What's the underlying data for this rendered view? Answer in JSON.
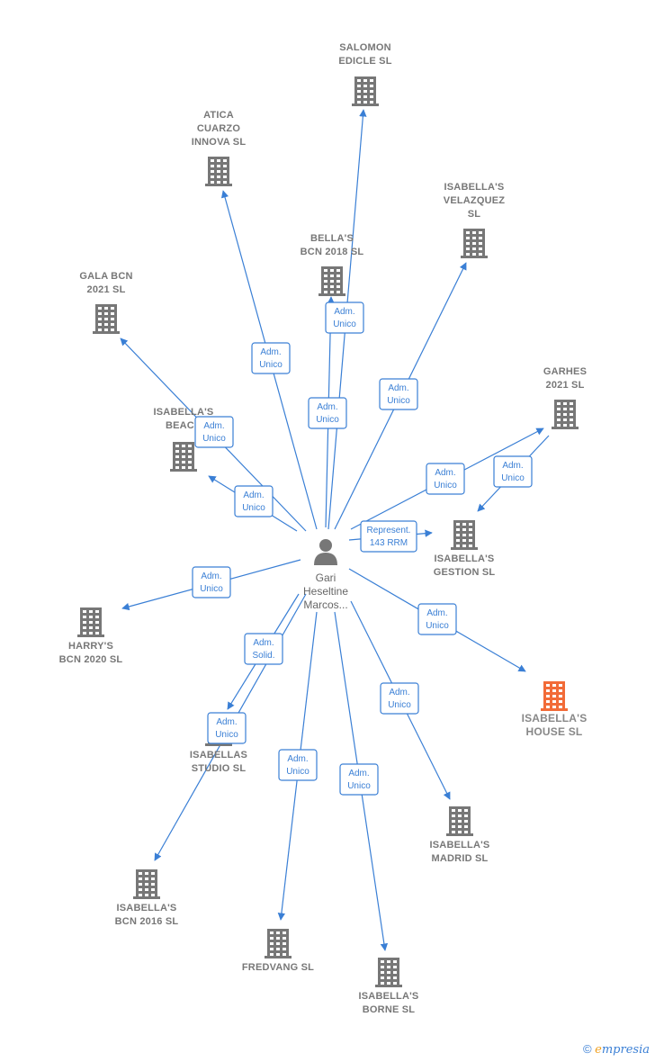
{
  "center": {
    "label_lines": [
      "Gari",
      "Heseltine",
      "Marcos..."
    ]
  },
  "companies": [
    {
      "id": "salomon",
      "label_lines": [
        "SALOMON",
        "EDICLE  SL"
      ],
      "highlight": false
    },
    {
      "id": "atica",
      "label_lines": [
        "ATICA",
        "CUARZO",
        "INNOVA  SL"
      ],
      "highlight": false
    },
    {
      "id": "velazquez",
      "label_lines": [
        "ISABELLA'S",
        "VELAZQUEZ",
        "SL"
      ],
      "highlight": false
    },
    {
      "id": "bellas2018",
      "label_lines": [
        "BELLA'S",
        "BCN 2018  SL"
      ],
      "highlight": false
    },
    {
      "id": "gala",
      "label_lines": [
        "GALA BCN",
        "2021  SL"
      ],
      "highlight": false
    },
    {
      "id": "garhes",
      "label_lines": [
        "GARHES",
        "2021  SL"
      ],
      "highlight": false
    },
    {
      "id": "beach",
      "label_lines": [
        "ISABELLA'S",
        "BEACH"
      ],
      "highlight": false
    },
    {
      "id": "gestion",
      "label_lines": [
        "ISABELLA'S",
        "GESTION  SL"
      ],
      "highlight": false
    },
    {
      "id": "harrys",
      "label_lines": [
        "HARRY'S",
        "BCN 2020  SL"
      ],
      "highlight": false
    },
    {
      "id": "house",
      "label_lines": [
        "ISABELLA'S",
        "HOUSE  SL"
      ],
      "highlight": true
    },
    {
      "id": "studio",
      "label_lines": [
        "ISABELLAS",
        "STUDIO  SL"
      ],
      "highlight": false
    },
    {
      "id": "madrid",
      "label_lines": [
        "ISABELLA'S",
        "MADRID  SL"
      ],
      "highlight": false
    },
    {
      "id": "bcn2016",
      "label_lines": [
        "ISABELLA'S",
        "BCN 2016  SL"
      ],
      "highlight": false
    },
    {
      "id": "fredvang",
      "label_lines": [
        "FREDVANG SL"
      ],
      "highlight": false
    },
    {
      "id": "borne",
      "label_lines": [
        "ISABELLA'S",
        "BORNE  SL"
      ],
      "highlight": false
    }
  ],
  "edges": [
    {
      "to": "salomon",
      "label_lines": [
        "Adm.",
        "Unico"
      ]
    },
    {
      "to": "atica",
      "label_lines": [
        "Adm.",
        "Unico"
      ]
    },
    {
      "to": "bellas2018",
      "label_lines": [
        "Adm.",
        "Unico"
      ]
    },
    {
      "to": "velazquez",
      "label_lines": [
        "Adm.",
        "Unico"
      ]
    },
    {
      "to": "gala",
      "label_lines": [
        "Adm.",
        "Unico"
      ]
    },
    {
      "to": "beach",
      "label_lines": [
        "Adm.",
        "Unico"
      ]
    },
    {
      "to": "garhes",
      "label_lines": [
        "Adm.",
        "Unico"
      ]
    },
    {
      "to": "gestion_from_garhes",
      "label_lines": [
        "Adm.",
        "Unico"
      ]
    },
    {
      "to": "gestion",
      "label_lines": [
        "Represent.",
        "143 RRM"
      ]
    },
    {
      "to": "harrys",
      "label_lines": [
        "Adm.",
        "Unico"
      ]
    },
    {
      "to": "house",
      "label_lines": [
        "Adm.",
        "Unico"
      ]
    },
    {
      "to": "studio",
      "label_lines": [
        "Adm.",
        "Solid."
      ]
    },
    {
      "to": "bcn2016",
      "label_lines": [
        "Adm.",
        "Unico"
      ]
    },
    {
      "to": "madrid",
      "label_lines": [
        "Adm.",
        "Unico"
      ]
    },
    {
      "to": "fredvang",
      "label_lines": [
        "Adm.",
        "Unico"
      ]
    },
    {
      "to": "borne",
      "label_lines": [
        "Adm.",
        "Unico"
      ]
    }
  ],
  "footer": {
    "copyright": "©",
    "brand_first": "e",
    "brand_rest": "mpresia"
  },
  "colors": {
    "edge": "#3a7fd5",
    "building": "#777777",
    "building_highlight": "#f26b38",
    "person": "#777777"
  }
}
